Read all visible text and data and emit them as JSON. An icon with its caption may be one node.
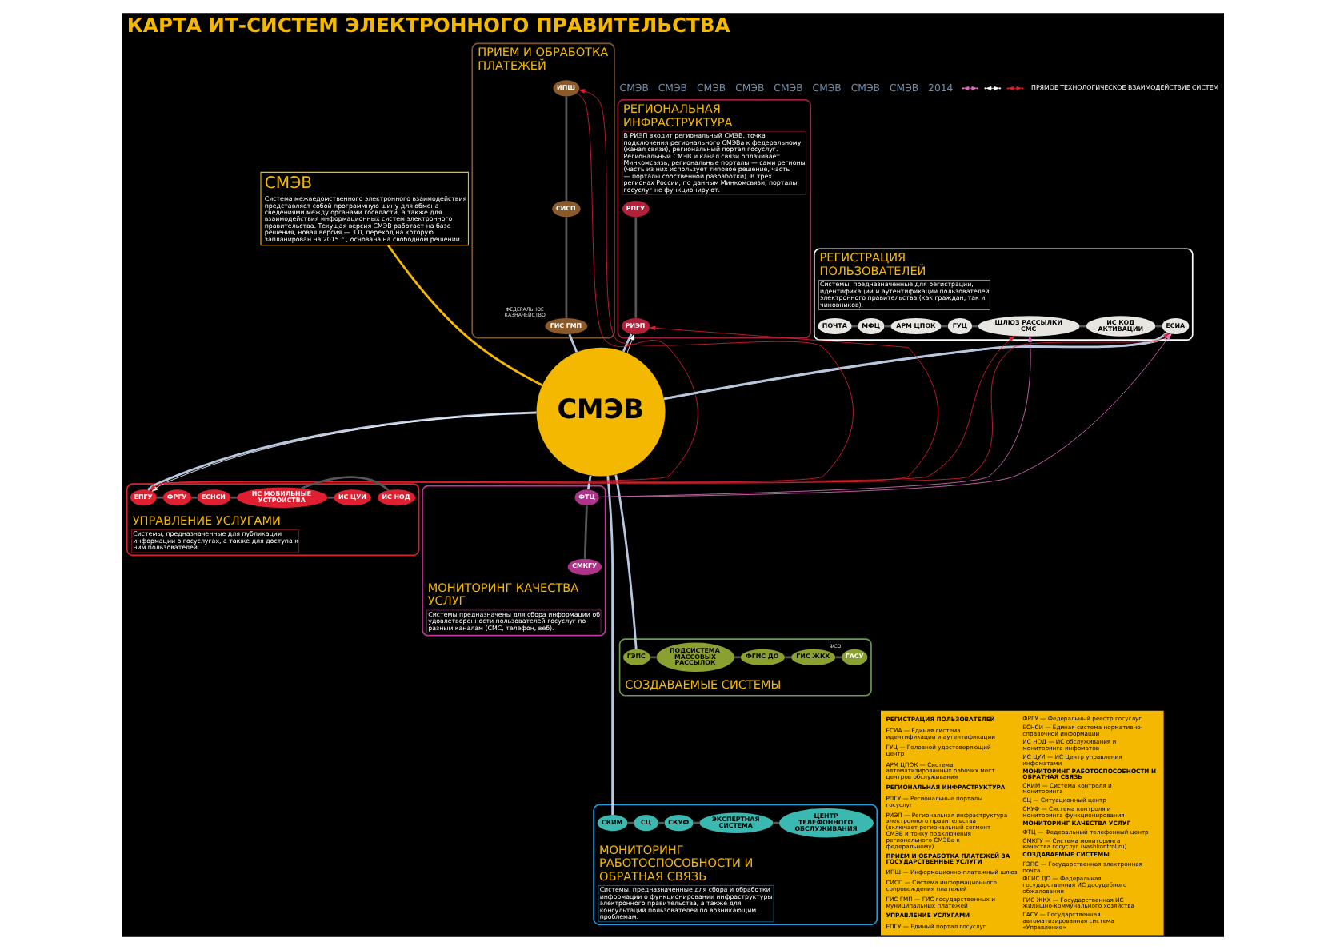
{
  "diagram": {
    "title": "КАРТА ИТ-СИСТЕМ ЭЛЕКТРОННОГО ПРАВИТЕЛЬСТВА",
    "nodes": [
      {
        "text": [
          "СМЭВ",
          "Система межведомственного электронного взаимодействия представляет собой программную шину для обмена сведениями между органами госвласти, а также для взаимодействия информационных систем электронного правительства. Текущая версия СМЭВ работает на базе решения, новая версия — 3.0, переход на которую запланирован на 2015 г., основана на свободном решении."
        ]
      },
      {
        "text": [
          "СМЭВ"
        ]
      },
      {
        "text": [
          "РЕГИОНАЛЬНАЯ ИНФРАСТРУКТУРА"
        ],
        "beside": [
          "В РИЭП входит региональный СМЭВ, точка подключения регионального СМЭВа к федеральному (канал связи), региональный портал госуслуг. Региональный СМЭВ и канал связи оплачивает Минкомсвязь, региональные порталы — сами регионы (часть из них использует типовое решение, часть — порталы собственной разработки). В трех регионах России, по данным Минкомсвязи, порталы госуслуг не функционируют."
        ]
      },
      {
        "text": [
          "РПГУ"
        ],
        "in": 2
      },
      {
        "text": [
          "РИЭП"
        ],
        "in": 2
      },
      {
        "text": [
          "ПРИЕМ И ОБРАБОТКА ПЛАТЕЖЕЙ"
        ]
      },
      {
        "text": [
          "ИПШ"
        ],
        "in": 5
      },
      {
        "text": [
          "СИСП"
        ],
        "in": 5
      },
      {
        "text": [
          "ГИС ГМП"
        ],
        "in": 5,
        "beside": [
          "ФЕДЕРАЛЬНОЕ КАЗНАЧЕЙСТВО"
        ]
      },
      {
        "text": [
          "РЕГИСТРАЦИЯ ПОЛЬЗОВАТЕЛЕЙ"
        ],
        "beside": [
          "Системы, предназначенные для регистрации, идентификации и аутентификации пользователей электронного правительства (как граждан, так и чиновников)."
        ]
      },
      {
        "text": [
          "ПОЧТА"
        ],
        "in": 9
      },
      {
        "text": [
          "МФЦ"
        ],
        "in": 9
      },
      {
        "text": [
          "АРМ ЦПОК"
        ],
        "in": 9
      },
      {
        "text": [
          "ГУЦ"
        ],
        "in": 9
      },
      {
        "text": [
          "ШЛЮЗ РАССЫЛКИ СМС"
        ],
        "in": 9
      },
      {
        "text": [
          "ИС КОД АКТИВАЦИИ"
        ],
        "in": 9
      },
      {
        "text": [
          "ЕСИА"
        ],
        "in": 9
      },
      {
        "text": [
          "УПРАВЛЕНИЕ УСЛУГАМИ"
        ],
        "beside": [
          "Системы, предназначенные для публикации информации о госуслугах, а также для доступа к ним пользователей."
        ]
      },
      {
        "text": [
          "ЕПГУ"
        ],
        "in": 17
      },
      {
        "text": [
          "ФРГУ"
        ],
        "in": 17
      },
      {
        "text": [
          "ЕСНСИ"
        ],
        "in": 17
      },
      {
        "text": [
          "ИС МОБИЛЬНЫЕ УСТРОЙСТВА"
        ],
        "in": 17
      },
      {
        "text": [
          "ИС НОД"
        ],
        "in": 17
      },
      {
        "text": [
          "ИС ЦУИ"
        ],
        "in": 17
      },
      {
        "text": [
          "МОНИТОРИНГ РАБОТОСПОСОБНОСТИ И ОБРАТНАЯ СВЯЗЬ"
        ],
        "beside": [
          "Системы, предназначенные для сбора и обработки информации о функционировании инфраструктуры электронного правительства, а также для консультаций пользователей по возникающим проблемам."
        ]
      },
      {
        "text": [
          "СКИМ"
        ],
        "in": 24
      },
      {
        "text": [
          "СЦ"
        ],
        "in": 24
      },
      {
        "text": [
          "СКУФ"
        ],
        "in": 24
      },
      {
        "text": [
          "ЭКСПЕРТНАЯ СИСТЕМА"
        ],
        "in": 24
      },
      {
        "text": [
          "ЦЕНТР ТЕЛЕФОННОГО ОБСЛУЖИВАНИЯ"
        ],
        "in": 24
      },
      {
        "text": [
          "МОНИТОРИНГ КАЧЕСТВА УСЛУГ"
        ],
        "beside": [
          "Системы предназначены для сбора информации об удовлетворенности пользователей госуслуг по разным каналам (СМС, телефон, веб)."
        ]
      },
      {
        "text": [
          "ФТЦ"
        ],
        "in": 30
      },
      {
        "text": [
          "СМКГУ"
        ],
        "in": 30
      },
      {
        "text": [
          "СОЗДАВАЕМЫЕ СИСТЕМЫ"
        ]
      },
      {
        "text": [
          "ГЭПС"
        ],
        "in": 33
      },
      {
        "text": [
          "ПОДСИСТЕМА МАССОВЫХ РАССЫЛОК"
        ],
        "in": 33
      },
      {
        "text": [
          "ФГИС ДО"
        ],
        "in": 33
      },
      {
        "text": [
          "ГИС ЖКХ"
        ],
        "in": 33
      },
      {
        "text": [
          "ГАСУ"
        ],
        "in": 33,
        "beside": [
          "ФСО"
        ]
      },
      {
        "text": [
          "РЕГИСТРАЦИЯ ПОЛЬЗОВАТЕЛЕЙ",
          "ЕСИА — Единая система идентификации и аутентификации",
          "ГУЦ — Головной удостоверяющий центр",
          "АРМ ЦПОК — Система автоматизированных рабочих мест центров обслуживания",
          "РЕГИОНАЛЬНАЯ ИНФРАСТРУКТУРА",
          "РПГУ — Региональные порталы госуслуг",
          "РИЭП — Региональная инфраструктура электронного правительства (включает региональный сегмент СМЭВ и точку подключения регионального СМЭВа к федеральному)",
          "ПРИЕМ И ОБРАБОТКА ПЛАТЕЖЕЙ ЗА ГОСУДАРСТВЕННЫЕ УСЛУГИ",
          "ИПШ — Информационно-платежный шлюз",
          "СИСП — Система информационного сопровождения платежей",
          "ГИС ГМП — ГИС государственных и муниципальных платежей",
          "УПРАВЛЕНИЕ УСЛУГАМИ",
          "ЕПГУ — Единый портал госуслуг",
          "ФРГУ — Федеральный реестр госуслуг",
          "ЕСНСИ — Единая система нормативно-справочной информации",
          "ИС НОД — ИС обслуживания и мониторинга инфоматов",
          "ИС ЦУИ — ИС Центр управления инфоматами",
          "МОНИТОРИНГ РАБОТОСПОСОБНОСТИ И ОБРАТНАЯ СВЯЗЬ",
          "СКИМ — Система контроля и мониторинга",
          "СЦ — Ситуационный центр",
          "СКУФ — Система контроля и мониторинга функционирования",
          "МОНИТОРИНГ КАЧЕСТВА УСЛУГ",
          "ФТЦ — Федеральный телефонный центр",
          "СМКГУ — Система мониторинга качества госуслуг (vashkontrol.ru)",
          "СОЗДАВАЕМЫЕ СИСТЕМЫ",
          "ГЭПС — Государственная электронная почта",
          "ФГИС ДО — Федеральная государственная ИС досудебного обжалования",
          "ГИС ЖКХ — Государственная ИС жилищно-коммунального хозяйства",
          "ГАСУ — Государственная автоматизированная система «Управление»"
        ]
      }
    ],
    "edges": [
      {
        "from": 0,
        "to": 1,
        "arrow": "none",
        "color": "#f5b800"
      },
      {
        "from": 3,
        "to": 4,
        "arrow": "none"
      },
      {
        "from": 4,
        "to": 1,
        "arrow": "none",
        "color": "#b8c8e0"
      },
      {
        "from": 6,
        "to": 7,
        "arrow": "none"
      },
      {
        "from": 7,
        "to": 8,
        "arrow": "none"
      },
      {
        "from": 8,
        "to": 1,
        "arrow": "none",
        "color": "#b8c8e0"
      },
      {
        "from": 10,
        "to": 11,
        "arrow": "none"
      },
      {
        "from": 11,
        "to": 12,
        "arrow": "none"
      },
      {
        "from": 12,
        "to": 13,
        "arrow": "none"
      },
      {
        "from": 13,
        "to": 14,
        "arrow": "none"
      },
      {
        "from": 14,
        "to": 15,
        "arrow": "none"
      },
      {
        "from": 15,
        "to": 16,
        "arrow": "none"
      },
      {
        "from": 16,
        "to": 1,
        "arrow": "none",
        "color": "#b8c8e0"
      },
      {
        "from": 1,
        "to": 18,
        "arrow": "none",
        "color": "#b8c8e0"
      },
      {
        "from": 18,
        "to": 19,
        "arrow": "none"
      },
      {
        "from": 19,
        "to": 20,
        "arrow": "none"
      },
      {
        "from": 20,
        "to": 21,
        "arrow": "none"
      },
      {
        "from": 21,
        "to": 22,
        "arrow": "none"
      },
      {
        "from": 21,
        "to": 23,
        "arrow": "none"
      },
      {
        "from": 1,
        "to": 34,
        "arrow": "none",
        "color": "#b8c8e0"
      },
      {
        "from": 34,
        "to": 35,
        "arrow": "none"
      },
      {
        "from": 35,
        "to": 36,
        "arrow": "none"
      },
      {
        "from": 36,
        "to": 37,
        "arrow": "none"
      },
      {
        "from": 37,
        "to": 38,
        "arrow": "none"
      },
      {
        "from": 1,
        "to": 31,
        "arrow": "none",
        "color": "#b8c8e0"
      },
      {
        "from": 31,
        "to": 32,
        "arrow": "none"
      },
      {
        "from": 1,
        "to": 25,
        "arrow": "none",
        "color": "#b8c8e0"
      },
      {
        "from": 25,
        "to": 26,
        "arrow": "none"
      },
      {
        "from": 26,
        "to": 27,
        "arrow": "none"
      },
      {
        "from": 27,
        "to": 28,
        "arrow": "none"
      },
      {
        "from": 28,
        "to": 29,
        "arrow": "none"
      },
      {
        "from": 18,
        "to": 6,
        "arrow": "to",
        "color": "#e02030"
      },
      {
        "from": 6,
        "to": 18,
        "arrow": "to",
        "color": "#e02030"
      },
      {
        "from": 18,
        "to": 16,
        "arrow": "to",
        "color": "#e02030"
      },
      {
        "from": 18,
        "to": 14,
        "arrow": "to",
        "color": "#e02030"
      },
      {
        "from": 18,
        "to": 4,
        "arrow": "to",
        "color": "#e02030"
      },
      {
        "from": 31,
        "to": 16,
        "arrow": "to",
        "color": "#e070c0"
      },
      {
        "from": 31,
        "to": 14,
        "arrow": "to",
        "color": "#e070c0"
      },
      {
        "from": 1,
        "to": 16,
        "arrow": "to",
        "color": "#ffffff"
      },
      {
        "from": 1,
        "to": 18,
        "arrow": "to",
        "color": "#ffffff"
      },
      {
        "from": 1,
        "to": 4,
        "arrow": "to",
        "color": "#ffffff"
      }
    ],
    "labels": [
      "СМЭВ",
      "СМЭВ",
      "СМЭВ",
      "СМЭВ",
      "СМЭВ",
      "СМЭВ",
      "СМЭВ",
      "СМЭВ",
      "2014"
    ],
    "legend": [
      {
        "text": "ПРЯМОЕ ТЕХНОЛОГИЧЕСКОЕ ВЗАИМОДЕЙСТВИЕ СИСТЕМ"
      }
    ]
  }
}
